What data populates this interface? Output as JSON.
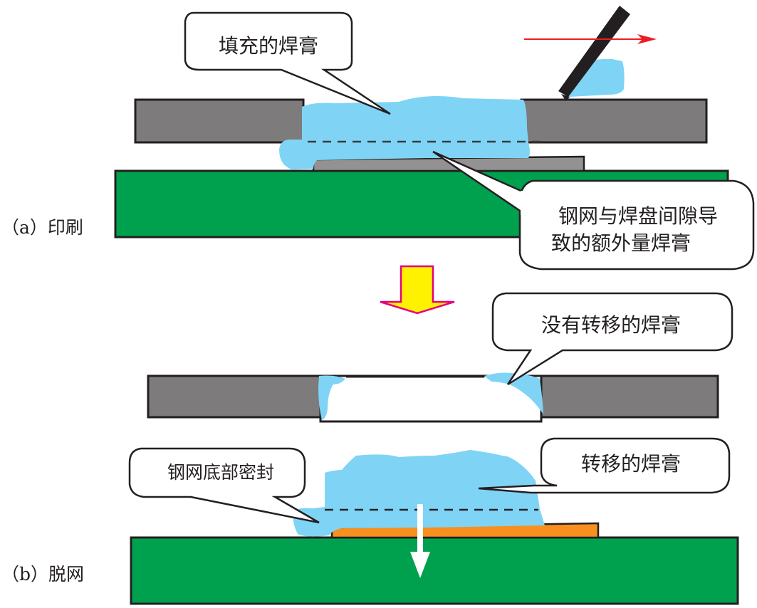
{
  "diagram": {
    "title": "Solder paste printing and stencil release",
    "stages": [
      {
        "id": "a",
        "label": "（a）印刷"
      },
      {
        "id": "b",
        "label": "（b）脱网"
      }
    ],
    "callouts": {
      "filled_paste": "填充的焊膏",
      "gap_extra_line1": "钢网与焊盘间隙导",
      "gap_extra_line2": "致的额外量焊膏",
      "not_transferred": "没有转移的焊膏",
      "stencil_bottom_seal": "钢网底部密封",
      "transferred_paste": "转移的焊膏"
    },
    "colors": {
      "stencil": "#7d7b7c",
      "pcb": "#00a14e",
      "pad_printing": "#939192",
      "pad_release": "#f7901e",
      "solder_paste": "#7fd4f5",
      "squeegee": "#231f20",
      "motion_arrow": "#ed1c24",
      "transition_arrow_fill": "#fff200",
      "transition_arrow_stroke": "#e6007e",
      "outline": "#231f20"
    }
  }
}
